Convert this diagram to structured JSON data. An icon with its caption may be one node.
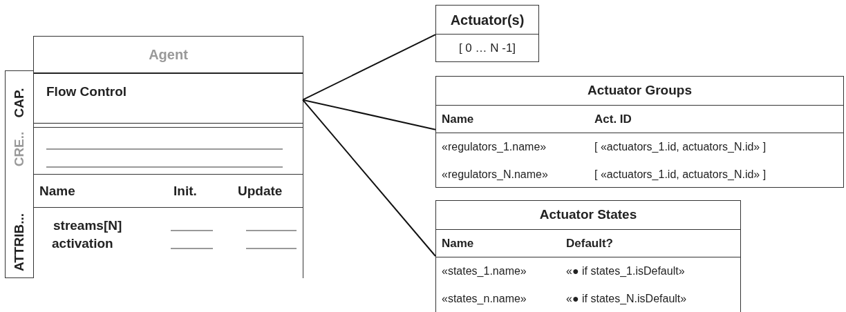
{
  "diagram": {
    "nodes": [
      {
        "text": [
          "Agent"
        ]
      },
      {
        "text": [
          "CAP.",
          "CRE..",
          "ATTRIB..."
        ]
      },
      {
        "text": [
          "Flow Control"
        ],
        "in": 0
      },
      {
        "text": [],
        "shape": "box",
        "in": 0
      },
      {
        "text": [
          "Name",
          "Init.",
          "Update",
          "streams[N]",
          "activation"
        ],
        "in": 0
      },
      {
        "text": [
          "Actuator(s)",
          "[ 0 … N -1]"
        ]
      },
      {
        "text": [
          "Actuator Groups",
          "Name",
          "Act. ID",
          "«regulators_1.name»",
          "[ «actuators_1.id, actuators_N.id» ]",
          "«regulators_N.name»",
          "[ «actuators_1.id, actuators_N.id» ]"
        ]
      },
      {
        "text": [
          "Actuator States",
          "Name",
          "Default?",
          "«states_1.name»",
          "«● if states_1.isDefault»",
          "«states_n.name»",
          "«● if states_N.isDefault»"
        ]
      }
    ],
    "edges": [
      {
        "from": 2,
        "to": 5,
        "arrow": "none"
      },
      {
        "from": 2,
        "to": 6,
        "arrow": "none"
      },
      {
        "from": 2,
        "to": 7,
        "arrow": "none"
      }
    ]
  }
}
